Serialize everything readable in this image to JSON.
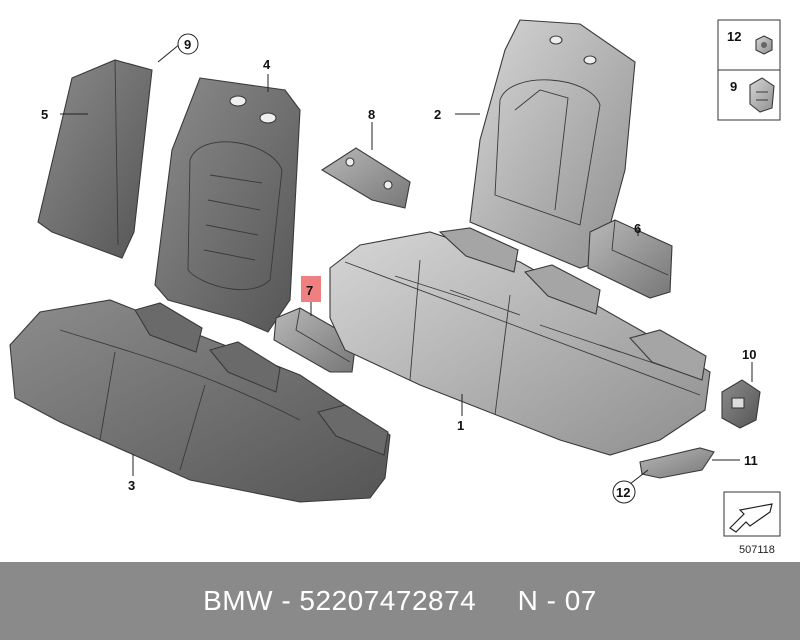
{
  "diagram": {
    "callouts": {
      "c1": "1",
      "c2": "2",
      "c3": "3",
      "c4": "4",
      "c5": "5",
      "c6": "6",
      "c7": "7",
      "c8": "8",
      "c9": "9",
      "c10": "10",
      "c11": "11",
      "c12": "12"
    },
    "legend": {
      "top_label": "12",
      "bottom_label": "9"
    },
    "diagram_number": "507118",
    "highlight_color": "#f08080"
  },
  "footer": {
    "text": "BMW - 52207472874     N - 07"
  }
}
